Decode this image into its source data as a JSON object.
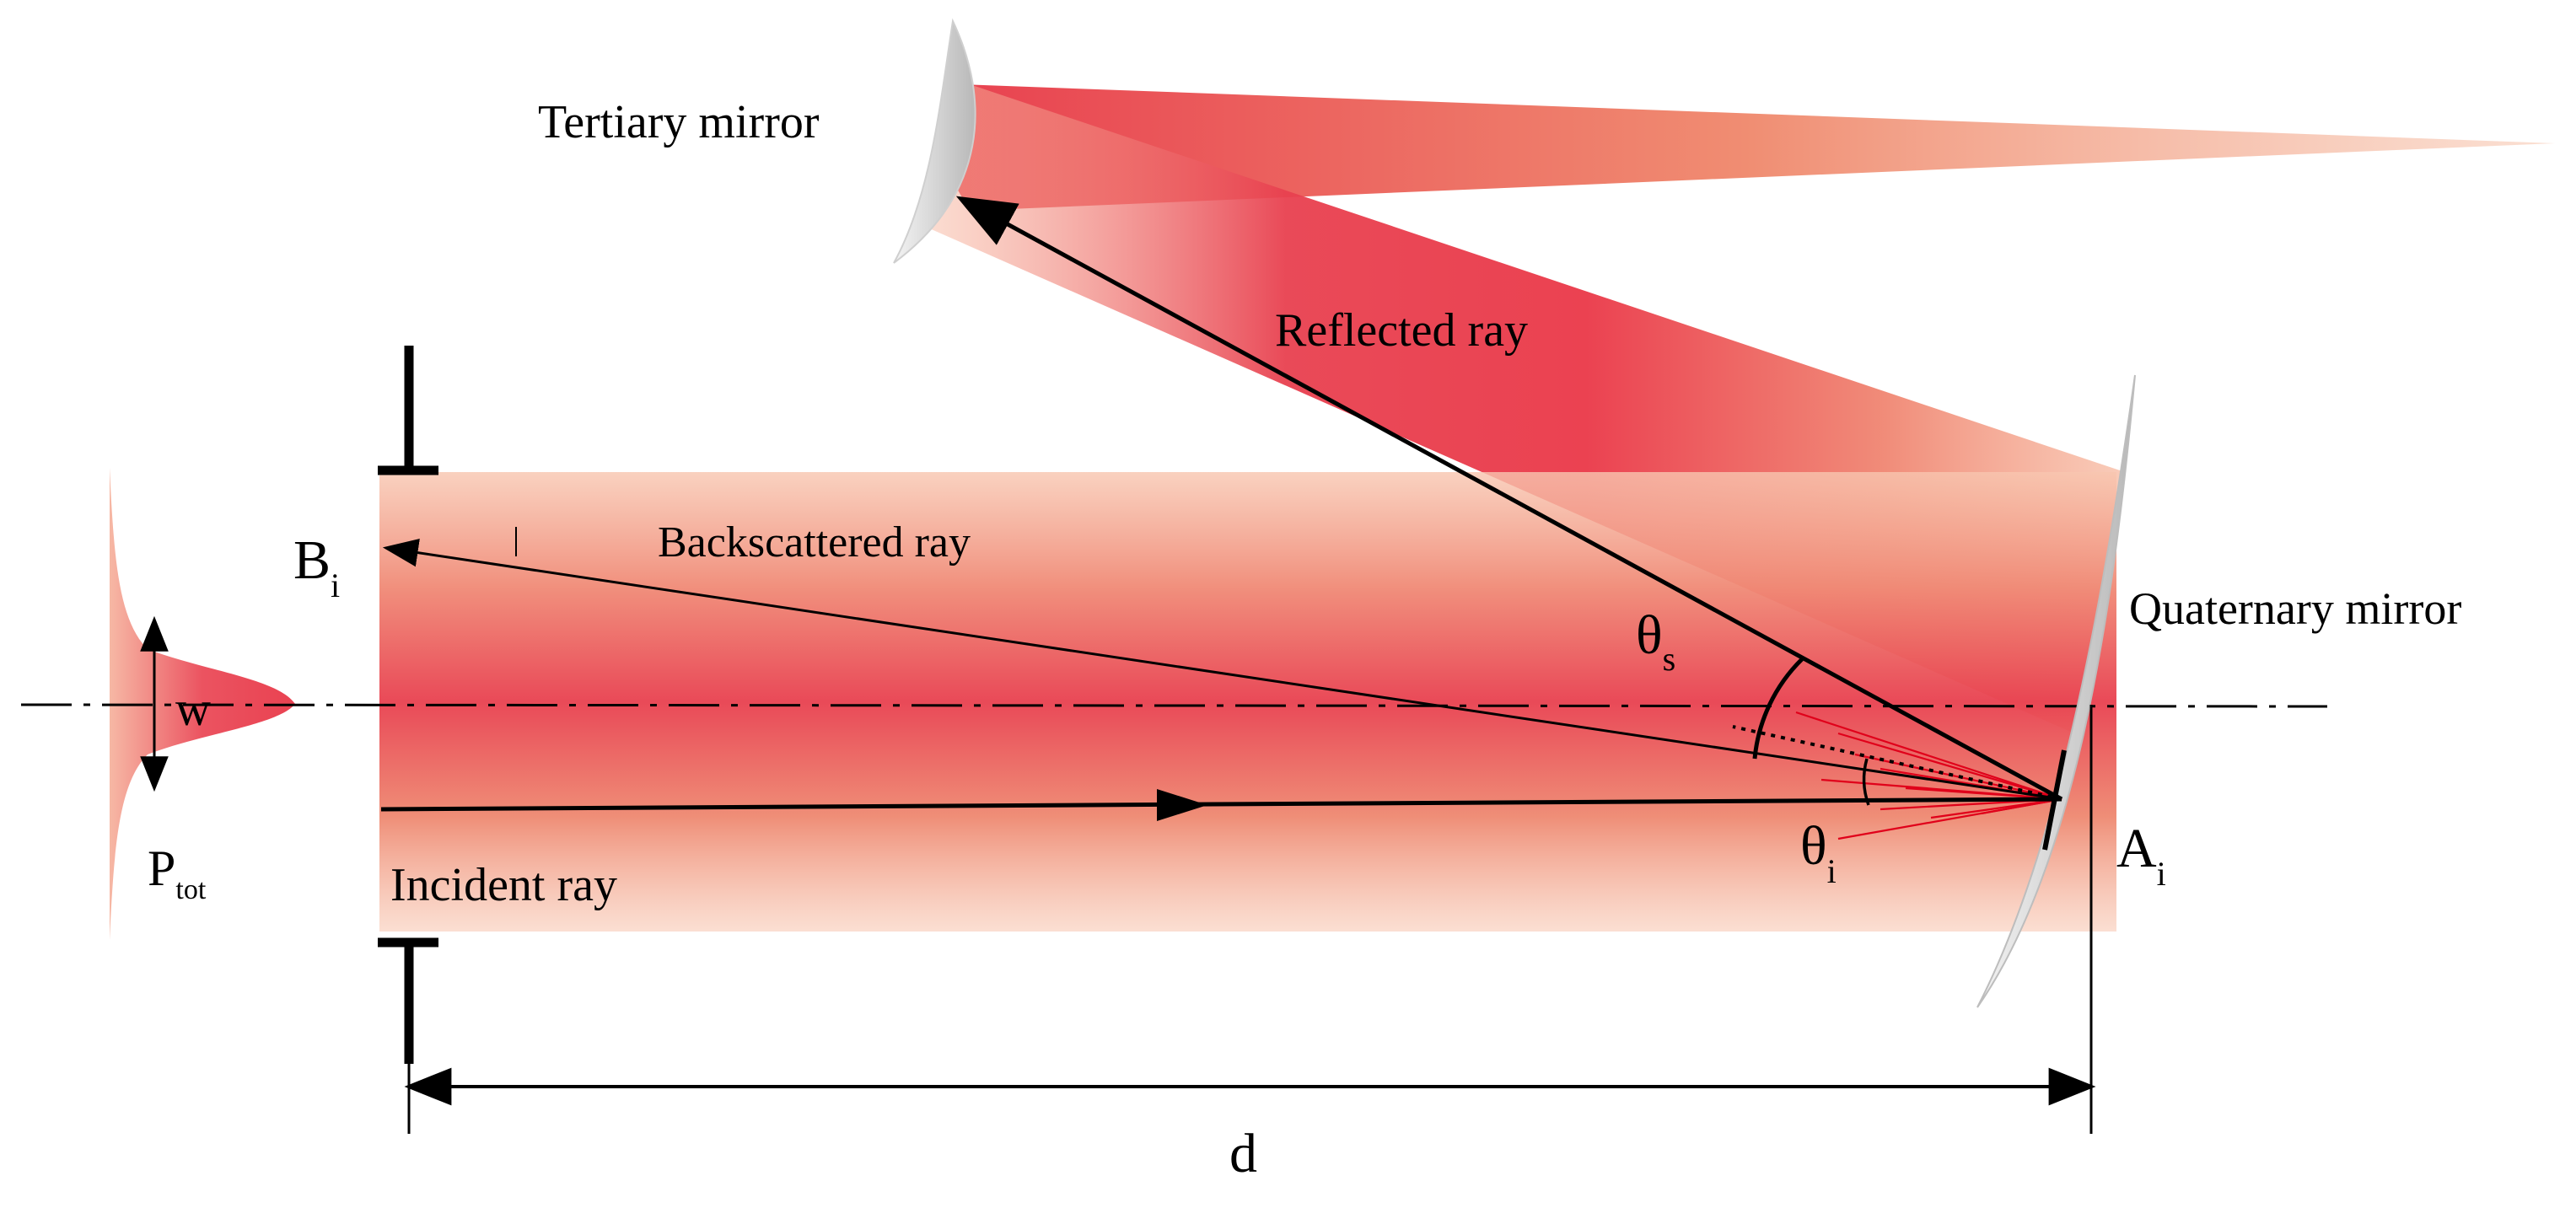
{
  "labels": {
    "tertiary_mirror": "Tertiary mirror",
    "reflected_ray": "Reflected ray",
    "backscattered_ray": "Backscattered ray",
    "quaternary_mirror": "Quaternary mirror",
    "incident_ray": "Incident ray",
    "b_main": "B",
    "b_sub": "i",
    "a_main": "A",
    "a_sub": "i",
    "theta_s_main": "θ",
    "theta_s_sub": "s",
    "theta_i_main": "θ",
    "theta_i_sub": "i",
    "w": "w",
    "p_main": "P",
    "p_sub": "tot",
    "d": "d"
  },
  "colors": {
    "beam_core": "#e8374a",
    "beam_edge": "#f6b49c",
    "mirror": "#d4d4d4",
    "line": "#000000",
    "scatter_ray": "#e0001a"
  }
}
